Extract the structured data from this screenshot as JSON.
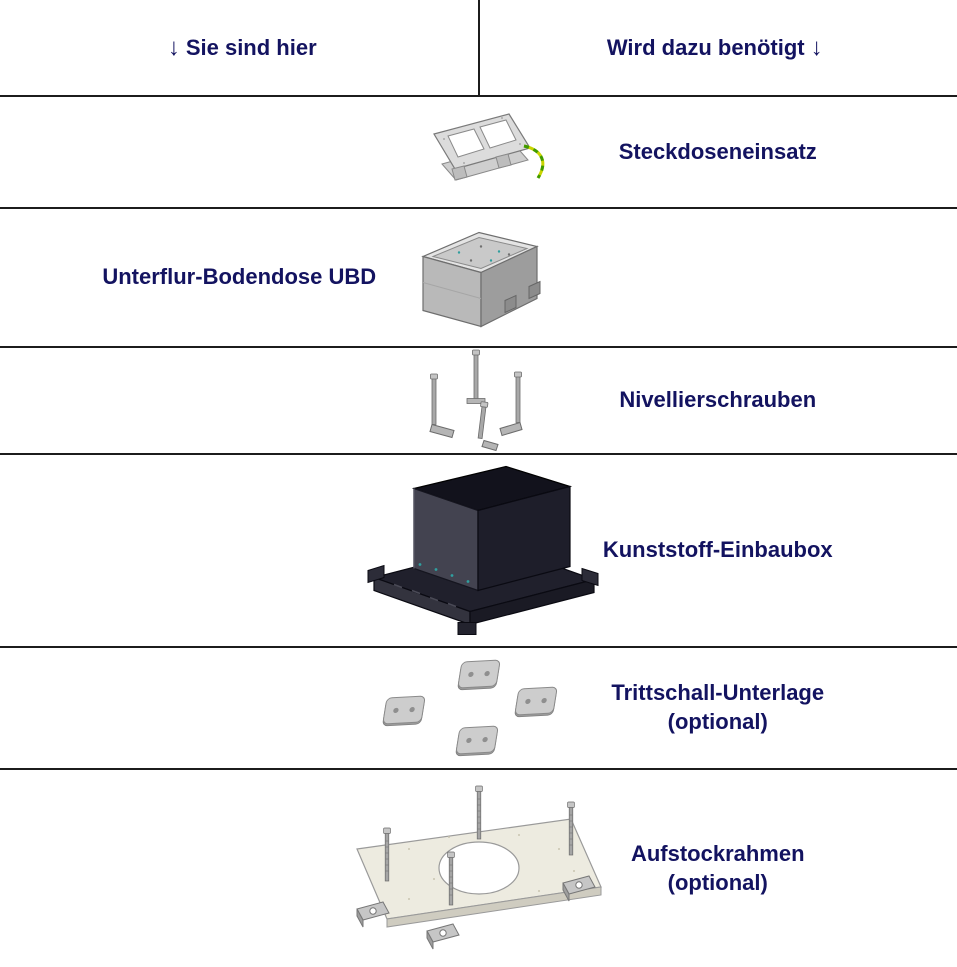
{
  "colors": {
    "text": "#131360",
    "line": "#1c1c1c",
    "wire_yellow": "#c9d400",
    "wire_green": "#3f9b00",
    "box_dark": "#12121c"
  },
  "header": {
    "left": {
      "arrow": "↓",
      "label": "Sie sind hier"
    },
    "right": {
      "label": "Wird dazu benötigt",
      "arrow": "↓"
    }
  },
  "rows": [
    {
      "image": "socket-insert",
      "label_side": "right",
      "lines": [
        "Steckdoseneinsatz"
      ]
    },
    {
      "image": "underfloor-box",
      "label_side": "left",
      "lines": [
        "Unterflur-Bodendose UBD"
      ]
    },
    {
      "image": "leveling-screws",
      "label_side": "right",
      "lines": [
        "Nivellierschrauben"
      ]
    },
    {
      "image": "plastic-mounting-box",
      "label_side": "right",
      "lines": [
        "Kunststoff-Einbaubox"
      ]
    },
    {
      "image": "impact-sound-pads",
      "label_side": "right",
      "lines": [
        "Trittschall-Unterlage",
        "(optional)"
      ]
    },
    {
      "image": "raising-frame",
      "label_side": "right",
      "lines": [
        "Aufstockrahmen",
        "(optional)"
      ]
    }
  ]
}
